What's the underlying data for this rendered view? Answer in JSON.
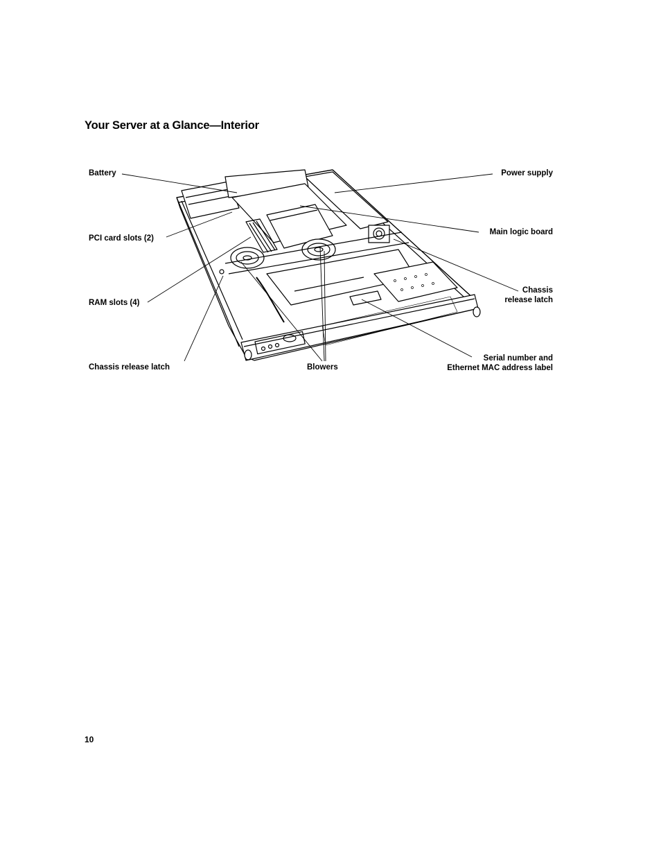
{
  "title": "Your Server at a Glance—Interior",
  "labels": {
    "battery": "Battery",
    "pci_card_slots": "PCI card slots (2)",
    "ram_slots": "RAM slots (4)",
    "chassis_release_latch_left": "Chassis release latch",
    "blowers": "Blowers",
    "power_supply": "Power supply",
    "main_logic_board": "Main logic board",
    "chassis_release_latch_right_1": "Chassis",
    "chassis_release_latch_right_2": "release latch",
    "serial_label_1": "Serial number and",
    "serial_label_2": "Ethernet MAC address label"
  },
  "page_number": "10"
}
